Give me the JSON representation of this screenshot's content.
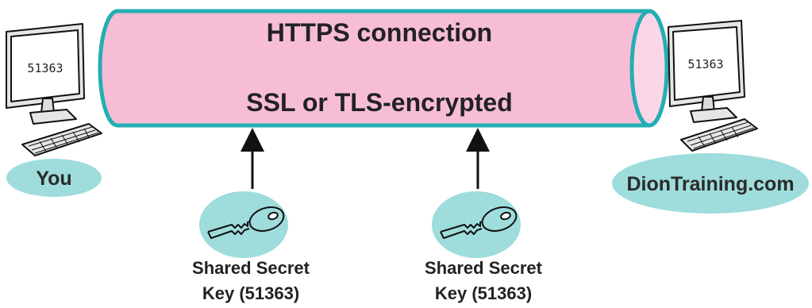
{
  "colors": {
    "tube_fill": "#f7bdd6",
    "tube_stroke": "#23aeb3",
    "tube_end_fill": "#fbd6e6",
    "label_ellipse": "#9fdcdc",
    "ink": "#222222"
  },
  "tube": {
    "line1": "HTTPS connection",
    "line2": "SSL or TLS-encrypted"
  },
  "left_host": {
    "icon": "computer-icon",
    "screen_text": "51363",
    "label": "You"
  },
  "right_host": {
    "icon": "computer-icon",
    "screen_text": "51363",
    "label": "DionTraining.com"
  },
  "keys": [
    {
      "icon": "key-icon",
      "label_line1": "Shared Secret",
      "label_line2": "Key (51363)"
    },
    {
      "icon": "key-icon",
      "label_line1": "Shared Secret",
      "label_line2": "Key (51363)"
    }
  ]
}
